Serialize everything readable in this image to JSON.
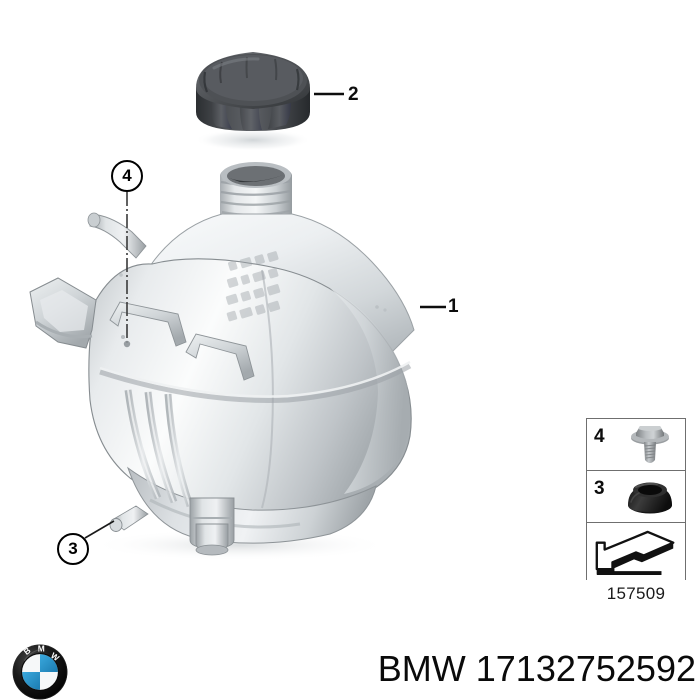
{
  "document": {
    "type": "parts-exploded-diagram",
    "diagram_id": "157509"
  },
  "footer": {
    "brand": "BMW",
    "part_number_line": "BMW 17132752592",
    "logo_name": "bmw-roundel-logo",
    "logo_letters": "BMW",
    "logo_colors": {
      "ring": "#0d0d0d",
      "blue": "#2a96d0",
      "white": "#f4f7f9",
      "letter": "#ffffff"
    }
  },
  "main_part": {
    "name": "coolant-expansion-tank",
    "callout": "1",
    "colors": {
      "body_light": "#f2f4f5",
      "body_mid": "#cfd3d6",
      "body_dark": "#9ba0a4",
      "outline": "#7d8386",
      "shadow": "#b8bdc0"
    },
    "embossed_text_note": "illegible molded manufacturer markings"
  },
  "cap_part": {
    "name": "expansion-tank-cap",
    "callout": "2",
    "colors": {
      "top": "#5c5f63",
      "mid": "#3e4145",
      "dark": "#2a2d30",
      "rib": "#6e7176"
    }
  },
  "callouts": [
    {
      "id": "callout-1",
      "label": "1",
      "style": "leader-line",
      "target": "expansion tank body"
    },
    {
      "id": "callout-2",
      "label": "2",
      "style": "leader-line",
      "target": "tank cap"
    },
    {
      "id": "callout-3",
      "label": "3",
      "style": "bubble",
      "target": "rubber grommet mount"
    },
    {
      "id": "callout-4",
      "label": "4",
      "style": "bubble",
      "target": "mounting bolt hole"
    }
  ],
  "legend": {
    "items": [
      {
        "number": "4",
        "art": "hex-flange-bolt-icon",
        "colors": {
          "head": "#9a9ea1",
          "shaft": "#b6babd",
          "dark": "#6a6e71"
        }
      },
      {
        "number": "3",
        "art": "rubber-grommet-icon",
        "colors": {
          "body": "#1c1c1c",
          "rim": "#3a3a3a",
          "hole": "#000000"
        }
      }
    ],
    "direction_symbol": {
      "name": "installation-direction-arrow-icon",
      "colors": {
        "fill": "#ffffff",
        "stroke": "#000000",
        "solid": "#111111"
      }
    },
    "border_color": "#6f6f6f"
  }
}
